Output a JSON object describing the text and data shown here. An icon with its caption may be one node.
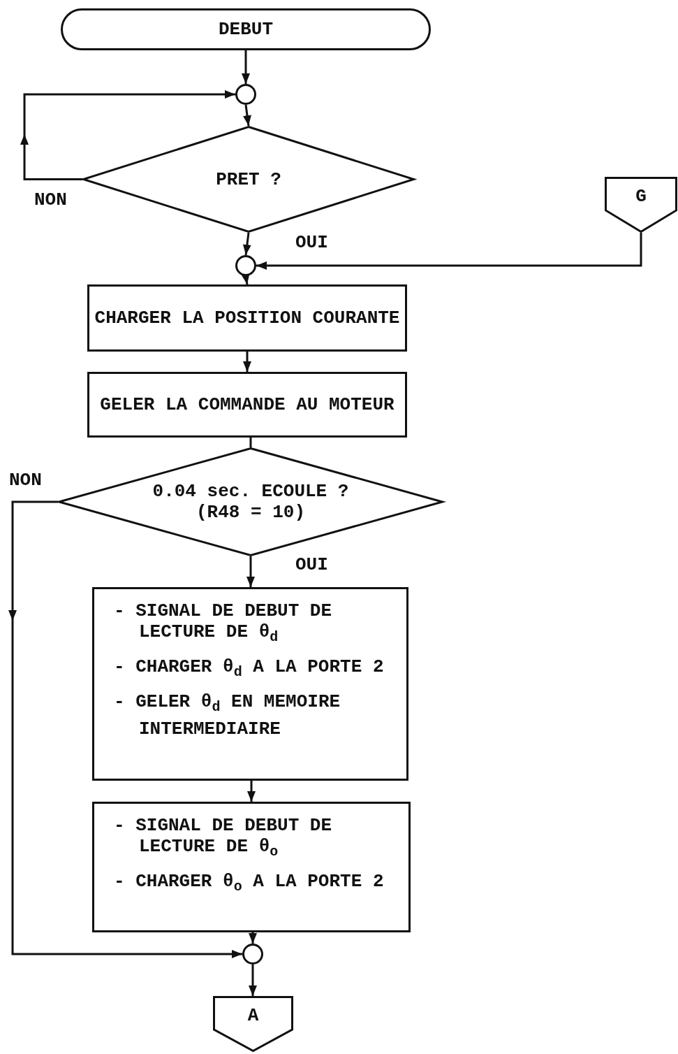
{
  "diagram": {
    "nodes": [
      {
        "text": [
          "DEBUT"
        ]
      },
      {
        "text": [],
        "shape": "circle"
      },
      {
        "text": [
          "PRET ?"
        ]
      },
      {
        "text": [
          "G"
        ]
      },
      {
        "text": [],
        "shape": "circle"
      },
      {
        "text": [
          "CHARGER LA POSITION COURANTE"
        ]
      },
      {
        "text": [
          "GELER LA COMMANDE AU MOTEUR"
        ]
      },
      {
        "text": [
          "0.04 sec. ECOULE ? (R48 = 10)"
        ]
      },
      {
        "text": [
          "- SIGNAL DE DEBUT DE LECTURE DE θ$_{d}$",
          "- CHARGER θ$_{d}$ A LA PORTE 2",
          "- GELER θ$_{d}$ EN MEMOIRE INTERMEDIAIRE"
        ]
      },
      {
        "text": [
          "- SIGNAL DE DEBUT DE LECTURE DE θ$_{o}$",
          "- CHARGER θ$_{o}$ A LA PORTE 2"
        ]
      },
      {
        "text": [],
        "shape": "circle"
      },
      {
        "text": [
          "A"
        ]
      }
    ],
    "edges": [
      {
        "from": 0,
        "to": 1,
        "arrow": "to"
      },
      {
        "from": 1,
        "to": 2,
        "arrow": "to"
      },
      {
        "from": 2,
        "to": 1,
        "arrow": "to",
        "label": "NON"
      },
      {
        "from": 2,
        "to": 4,
        "arrow": "to",
        "label": "OUI"
      },
      {
        "from": 3,
        "to": 4,
        "arrow": "to"
      },
      {
        "from": 4,
        "to": 5,
        "arrow": "to"
      },
      {
        "from": 5,
        "to": 6,
        "arrow": "to"
      },
      {
        "from": 6,
        "to": 7,
        "arrow": "none"
      },
      {
        "from": 7,
        "to": 8,
        "arrow": "to",
        "label": "OUI"
      },
      {
        "from": 7,
        "to": 10,
        "arrow": "to",
        "label": "NON"
      },
      {
        "from": 8,
        "to": 9,
        "arrow": "to"
      },
      {
        "from": 9,
        "to": 10,
        "arrow": "to"
      },
      {
        "from": 10,
        "to": 11,
        "arrow": "to"
      }
    ]
  }
}
